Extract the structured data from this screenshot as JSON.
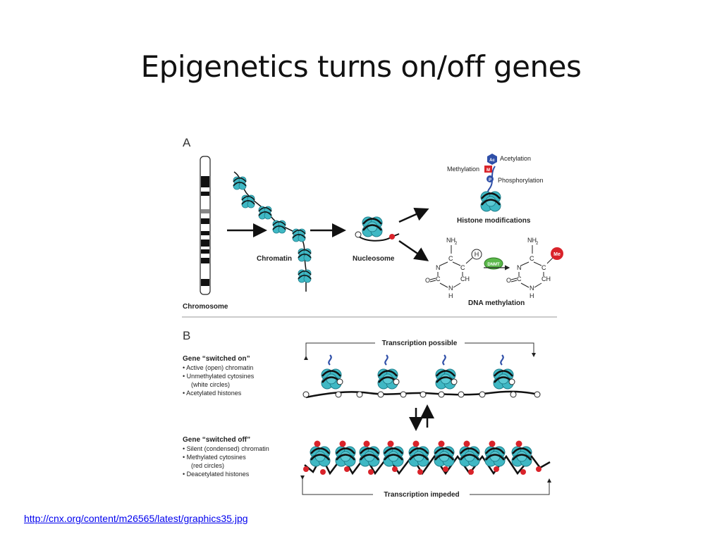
{
  "slide": {
    "title": "Epigenetics turns on/off genes",
    "source_link": "http://cnx.org/content/m26565/latest/graphics35.jpg"
  },
  "figure": {
    "panel_a": {
      "letter": "A",
      "chromosome": "Chromosome",
      "chromatin": "Chromatin",
      "nucleosome": "Nucleosome",
      "histone_modifications": "Histone modifications",
      "acetylation": "Acetylation",
      "methylation": "Methylation",
      "phosphorylation": "Phosphorylation",
      "ac_tag": "Ac",
      "m_tag": "M",
      "p_tag": "P",
      "dna_methylation": "DNA methylation",
      "dnmt": "DNMT",
      "h_tag": "H",
      "me_tag": "Me",
      "atoms": {
        "nh2": "NH",
        "sub2": "2",
        "c": "C",
        "n": "N",
        "ch": "CH",
        "o": "O",
        "h": "H"
      }
    },
    "panel_b": {
      "letter": "B",
      "transcription_possible": "Transcription possible",
      "transcription_impeded": "Transcription impeded",
      "on_title": "Gene “switched on”",
      "on_items": [
        "• Active (open) chromatin",
        "• Unmethylated cytosines",
        "  (white circles)",
        "• Acetylated histones"
      ],
      "off_title": "Gene “switched off”",
      "off_items": [
        "• Silent (condensed) chromatin",
        "• Methylated cytosines",
        "  (red circles)",
        "• Deacetylated histones"
      ]
    },
    "colors": {
      "histone": "#3fb8c4",
      "histone_dark": "#1f7f8c",
      "methyl": "#d9232a",
      "acetyl_blue": "#2f4fa8",
      "dnmt_green": "#5bb84a"
    }
  }
}
